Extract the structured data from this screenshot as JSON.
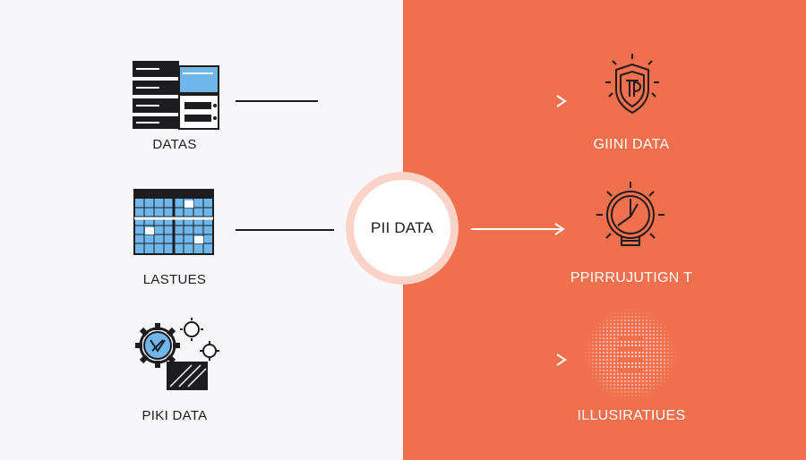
{
  "colors": {
    "left_background": "#f7f7f9",
    "right_background": "#f0704e",
    "hub_ring": "#fbd3c8",
    "icon_blue": "#6fb6ea",
    "line_dark": "#1d1d1f",
    "line_light": "#ffffff"
  },
  "hub": {
    "label": "PII DATA"
  },
  "sources": [
    {
      "label": "DATAS",
      "icon": "server-stack-icon"
    },
    {
      "label": "LASTUES",
      "icon": "spreadsheet-grid-icon"
    },
    {
      "label": "PIKI DATA",
      "icon": "gears-icon"
    }
  ],
  "outputs": [
    {
      "label": "GIINI DATA",
      "icon": "shield-icon"
    },
    {
      "label": "PPIRRUJUTIGN T",
      "icon": "lightbulb-clock-icon"
    },
    {
      "label": "ILLUSIRATIUES",
      "icon": "halftone-circle-icon"
    }
  ]
}
